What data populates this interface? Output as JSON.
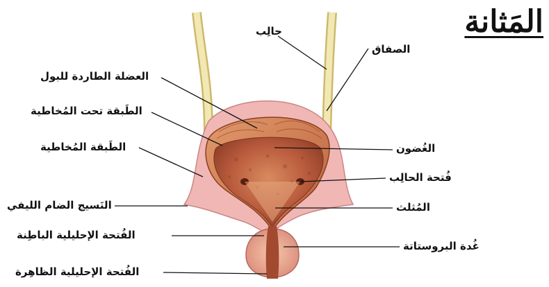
{
  "title": "المَثانة",
  "labels": {
    "ureter": "حالِب",
    "peritoneum": "الصفاق",
    "detrusor": "العضلة الطاردة للبول",
    "submucosa": "الطَبقة تحت المُخاطية",
    "mucosa": "الطَبقة المُخاطية",
    "rugae": "الغُضون",
    "ureteric_opening": "فُتحة الحالِب",
    "fibrous_tissue": "النَسيج الضام الليفي",
    "trigone": "المُثلث",
    "internal_urethral_opening": "الفُتحة الإحليلية الباطِنة",
    "prostate": "غُدة البروستاتة",
    "external_urethral_opening": "الفُتحة الإحليلية الظاهِرة"
  },
  "colors": {
    "muscle": "#c8643e",
    "inner": "#b85a3c",
    "outer_tissue": "#f0b7b5",
    "ureter": "#efe3a8",
    "leader": "#111111"
  }
}
